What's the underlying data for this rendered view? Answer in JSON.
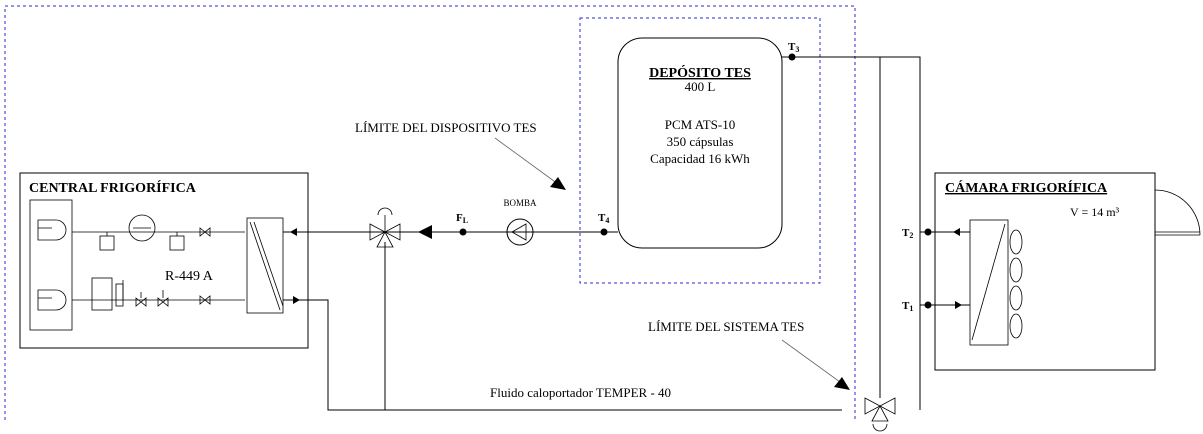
{
  "tes_system_limit_label": "LÍMITE DEL SISTEMA TES",
  "tes_device_limit_label": "LÍMITE DEL DISPOSITIVO TES",
  "tank": {
    "title": "DEPÓSITO TES",
    "volume": "400 L",
    "pcm": "PCM ATS-10",
    "capsules": "350 cápsulas",
    "capacity": "Capacidad 16 kWh"
  },
  "central": {
    "title": "CENTRAL FRIGORÍFICA",
    "refrigerant": "R-449 A"
  },
  "chamber": {
    "title": "CÁMARA FRIGORÍFICA",
    "volume": "V = 14 m³"
  },
  "pump_label": "BOMBA",
  "fluid_label": "Fluido caloportador TEMPER - 40",
  "sensors": {
    "t1": {
      "main": "T",
      "sub": "1"
    },
    "t2": {
      "main": "T",
      "sub": "2"
    },
    "t3": {
      "main": "T",
      "sub": "3"
    },
    "t4": {
      "main": "T",
      "sub": "4"
    },
    "fl": {
      "main": "F",
      "sub": "L"
    }
  }
}
